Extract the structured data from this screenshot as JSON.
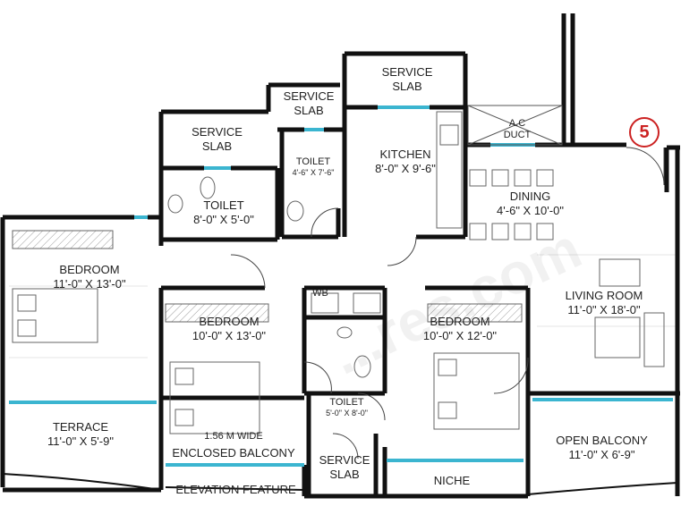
{
  "unit_badge": "5",
  "watermark": "...res.com",
  "rooms": {
    "service_slab_top": {
      "name": "SERVICE",
      "name2": "SLAB"
    },
    "service_slab_mid": {
      "name": "SERVICE",
      "name2": "SLAB"
    },
    "service_slab_left": {
      "name": "SERVICE",
      "name2": "SLAB"
    },
    "ac_duct": {
      "name": "A.C",
      "name2": "DUCT"
    },
    "kitchen": {
      "name": "KITCHEN",
      "size": "8'-0\" X 9'-6\""
    },
    "toilet_small": {
      "name": "TOILET",
      "size": "4'-6\" X 7'-6\""
    },
    "toilet_main": {
      "name": "TOILET",
      "size": "8'-0\" X 5'-0\""
    },
    "dining": {
      "name": "DINING",
      "size": "4'-6\" X 10'-0\""
    },
    "bedroom_left": {
      "name": "BEDROOM",
      "size": "11'-0\" X 13'-0\""
    },
    "bedroom_mid": {
      "name": "BEDROOM",
      "size": "10'-0\" X 13'-0\""
    },
    "bedroom_right": {
      "name": "BEDROOM",
      "size": "10'-0\" X 12'-0\""
    },
    "living_room": {
      "name": "LIVING ROOM",
      "size": "11'-0\" X 18'-0\""
    },
    "wb": {
      "name": "WB"
    },
    "toilet_center": {
      "name": "TOILET",
      "size": "5'-0\" X 8'-0\""
    },
    "terrace": {
      "name": "TERRACE",
      "size": "11'-0\" X 5'-9\""
    },
    "enclosed_balcony": {
      "name": "1.56 M WIDE",
      "name2": "ENCLOSED BALCONY"
    },
    "service_slab_bottom": {
      "name": "SERVICE",
      "name2": "SLAB"
    },
    "niche": {
      "name": "NICHE"
    },
    "open_balcony": {
      "name": "OPEN BALCONY",
      "size": "11'-0\" X 6'-9\""
    },
    "elevation_feature": {
      "name": "ELEVATION FEATURE"
    }
  }
}
